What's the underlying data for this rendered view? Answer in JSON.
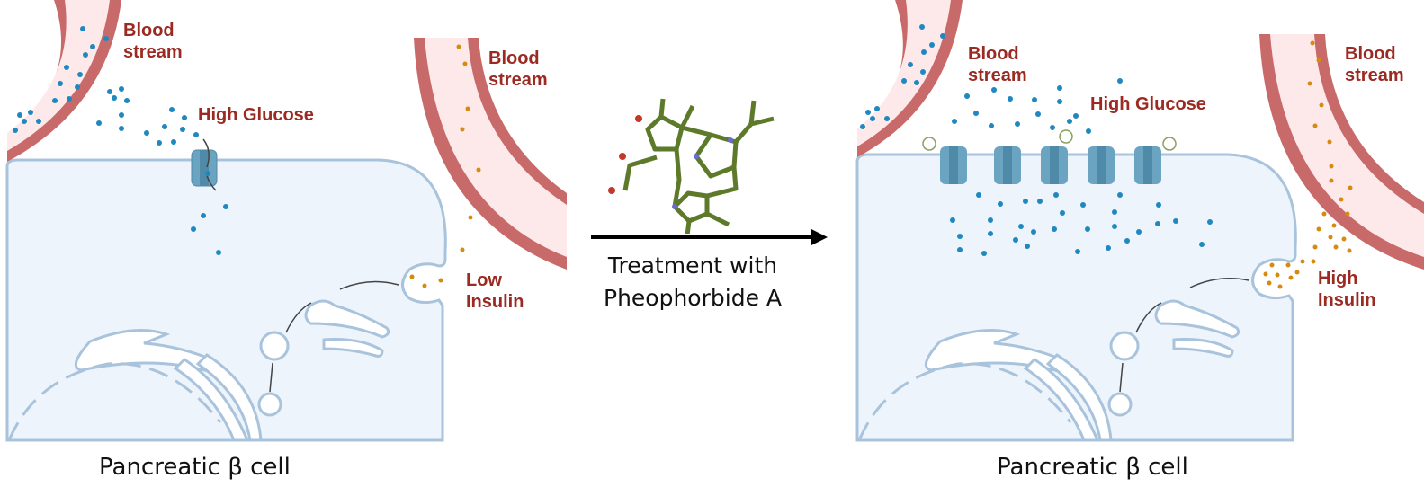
{
  "left_panel": {
    "blood_stream_label_1": "Blood\nstream",
    "blood_stream_label_2": "Blood\nstream",
    "glucose_label": "High Glucose",
    "insulin_label": "Low\nInsulin",
    "caption": "Pancreatic β cell",
    "transporter_count": 1
  },
  "right_panel": {
    "blood_stream_label_1": "Blood\nstream",
    "blood_stream_label_2": "Blood\nstream",
    "glucose_label": "High Glucose",
    "insulin_label": "High\nInsulin",
    "caption": "Pancreatic β cell",
    "transporter_count": 5
  },
  "treatment": {
    "line1": "Treatment with",
    "line2": "Pheophorbide A",
    "molecule": "pheophorbide-a-molecule"
  },
  "colors": {
    "label": "#9b2a22",
    "vessel_wall": "#c96a6a",
    "vessel_inner": "#fde9ea",
    "cell_fill": "#edf4fc",
    "cell_border": "#a9c3dc",
    "glucose": "#1f88c0",
    "insulin": "#d68a10",
    "transporter": "#6aa4c0"
  }
}
